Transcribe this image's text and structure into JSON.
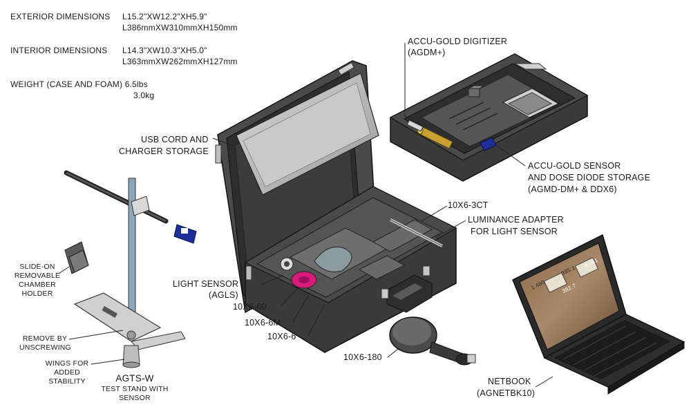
{
  "specs": {
    "exterior_label": "EXTERIOR DIMENSIONS",
    "exterior_in": "L15.2\"XW12.2\"XH5.9\"",
    "exterior_mm": "L386mmXW310mmXH150mm",
    "interior_label": "INTERIOR DIMENSIONS",
    "interior_in": "L14.3\"XW10.3\"XH5.0\"",
    "interior_mm": "L363mmXW262mmXH127mm",
    "weight_label": "WEIGHT (CASE AND FOAM) 6.5lbs",
    "weight_kg": "3.0kg"
  },
  "labels": {
    "digitizer_1": "ACCU-GOLD DIGITIZER",
    "digitizer_2": "(AGDM+)",
    "usb_1": "USB CORD AND",
    "usb_2": "CHARGER STORAGE",
    "sensor_storage_1": "ACCU-GOLD SENSOR",
    "sensor_storage_2": "AND DOSE DIODE STORAGE",
    "sensor_storage_3": "(AGMD-DM+ & DDX6)",
    "x6_3ct": "10X6-3CT",
    "lum_1": "LUMINANCE ADAPTER",
    "lum_2": "FOR LIGHT SENSOR",
    "light_1": "LIGHT SENSOR",
    "light_2": "(AGLS)",
    "x6_60": "10X6-60",
    "x6_6m": "10X6-6M",
    "x6_6": "10X6-6",
    "x6_180": "10X6-180",
    "netbook_1": "NETBOOK",
    "netbook_2": "(AGNETBK10)",
    "slide_1": "SLIDE-ON",
    "slide_2": "REMOVABLE",
    "slide_3": "CHAMBER",
    "slide_4": "HOLDER",
    "remove_1": "REMOVE BY",
    "remove_2": "UNSCREWING",
    "wings_1": "WINGS FOR",
    "wings_2": "ADDED",
    "wings_3": "STABILITY",
    "agts_title": "AGTS-W",
    "agts_1": "TEST STAND WITH",
    "agts_2": "SENSOR"
  },
  "screen": {
    "v1": "3.041",
    "v2": "382.7",
    "v3": "1.460",
    "v4": "385.1"
  },
  "colors": {
    "case_dark": "#3d3d3d",
    "case_mid": "#5a5a5a",
    "foam": "#6e6e6e",
    "mirror": "#c9c9c9",
    "magenta_sensor": "#d81b7a",
    "blue_connector": "#1f2f9a",
    "gold_cylinder": "#c9a032",
    "screen_bg": "#7a5a3c"
  }
}
